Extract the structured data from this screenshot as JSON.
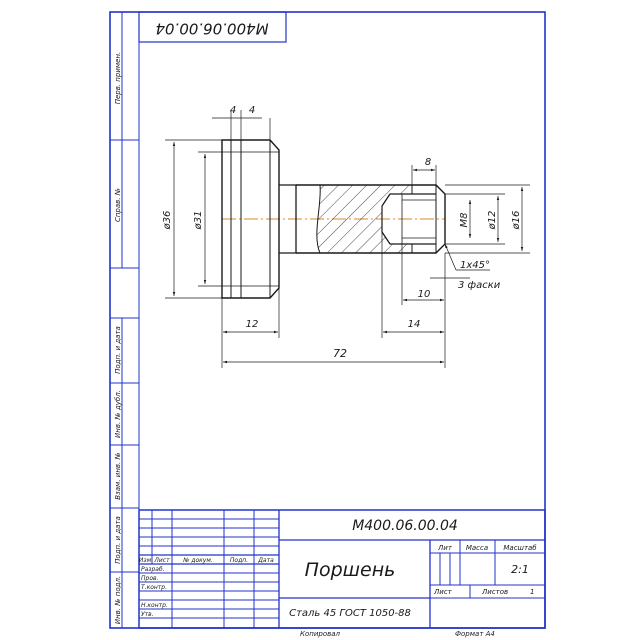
{
  "title_block": {
    "designation": "М400.06.00.04",
    "part_name": "Поршень",
    "material": "Сталь 45  ГОСТ 1050-88",
    "scale": "2:1",
    "sheet_label": "Лист",
    "sheets_label": "Листов",
    "sheets_count": "1",
    "col_lit": "Лит",
    "col_mass": "Масса",
    "col_scale": "Масштаб",
    "grid_headers": [
      "Изм",
      "Лист",
      "№ докум.",
      "Подп.",
      "Дата"
    ],
    "roles": [
      "Разраб.",
      "Пров.",
      "Т.контр.",
      "",
      "Н.контр.",
      "Утв."
    ]
  },
  "footer": {
    "copied": "Копировал",
    "format": "Формат  А4"
  },
  "upper_designation_mirrored": "М400.06.00.04",
  "side_strip": {
    "perv_primen": "Перв. примен.",
    "sprav_no": "Справ. №",
    "podp_data_1": "Подп. и дата",
    "inv_dubl": "Инв. № дубл.",
    "vzam_inv": "Взам. инв. №",
    "podp_data_2": "Подп. и дата",
    "inv_podl": "Инв. № подл."
  },
  "dimensions": {
    "d36": "ø36",
    "d31": "ø31",
    "w4a": "4",
    "w4b": "4",
    "w8": "8",
    "m8": "M8",
    "d12": "ø12",
    "d16": "ø16",
    "chamfer": "1x45°",
    "chamfer_note": "3 фаски",
    "l10": "10",
    "l12": "12",
    "l14": "14",
    "l72": "72"
  }
}
